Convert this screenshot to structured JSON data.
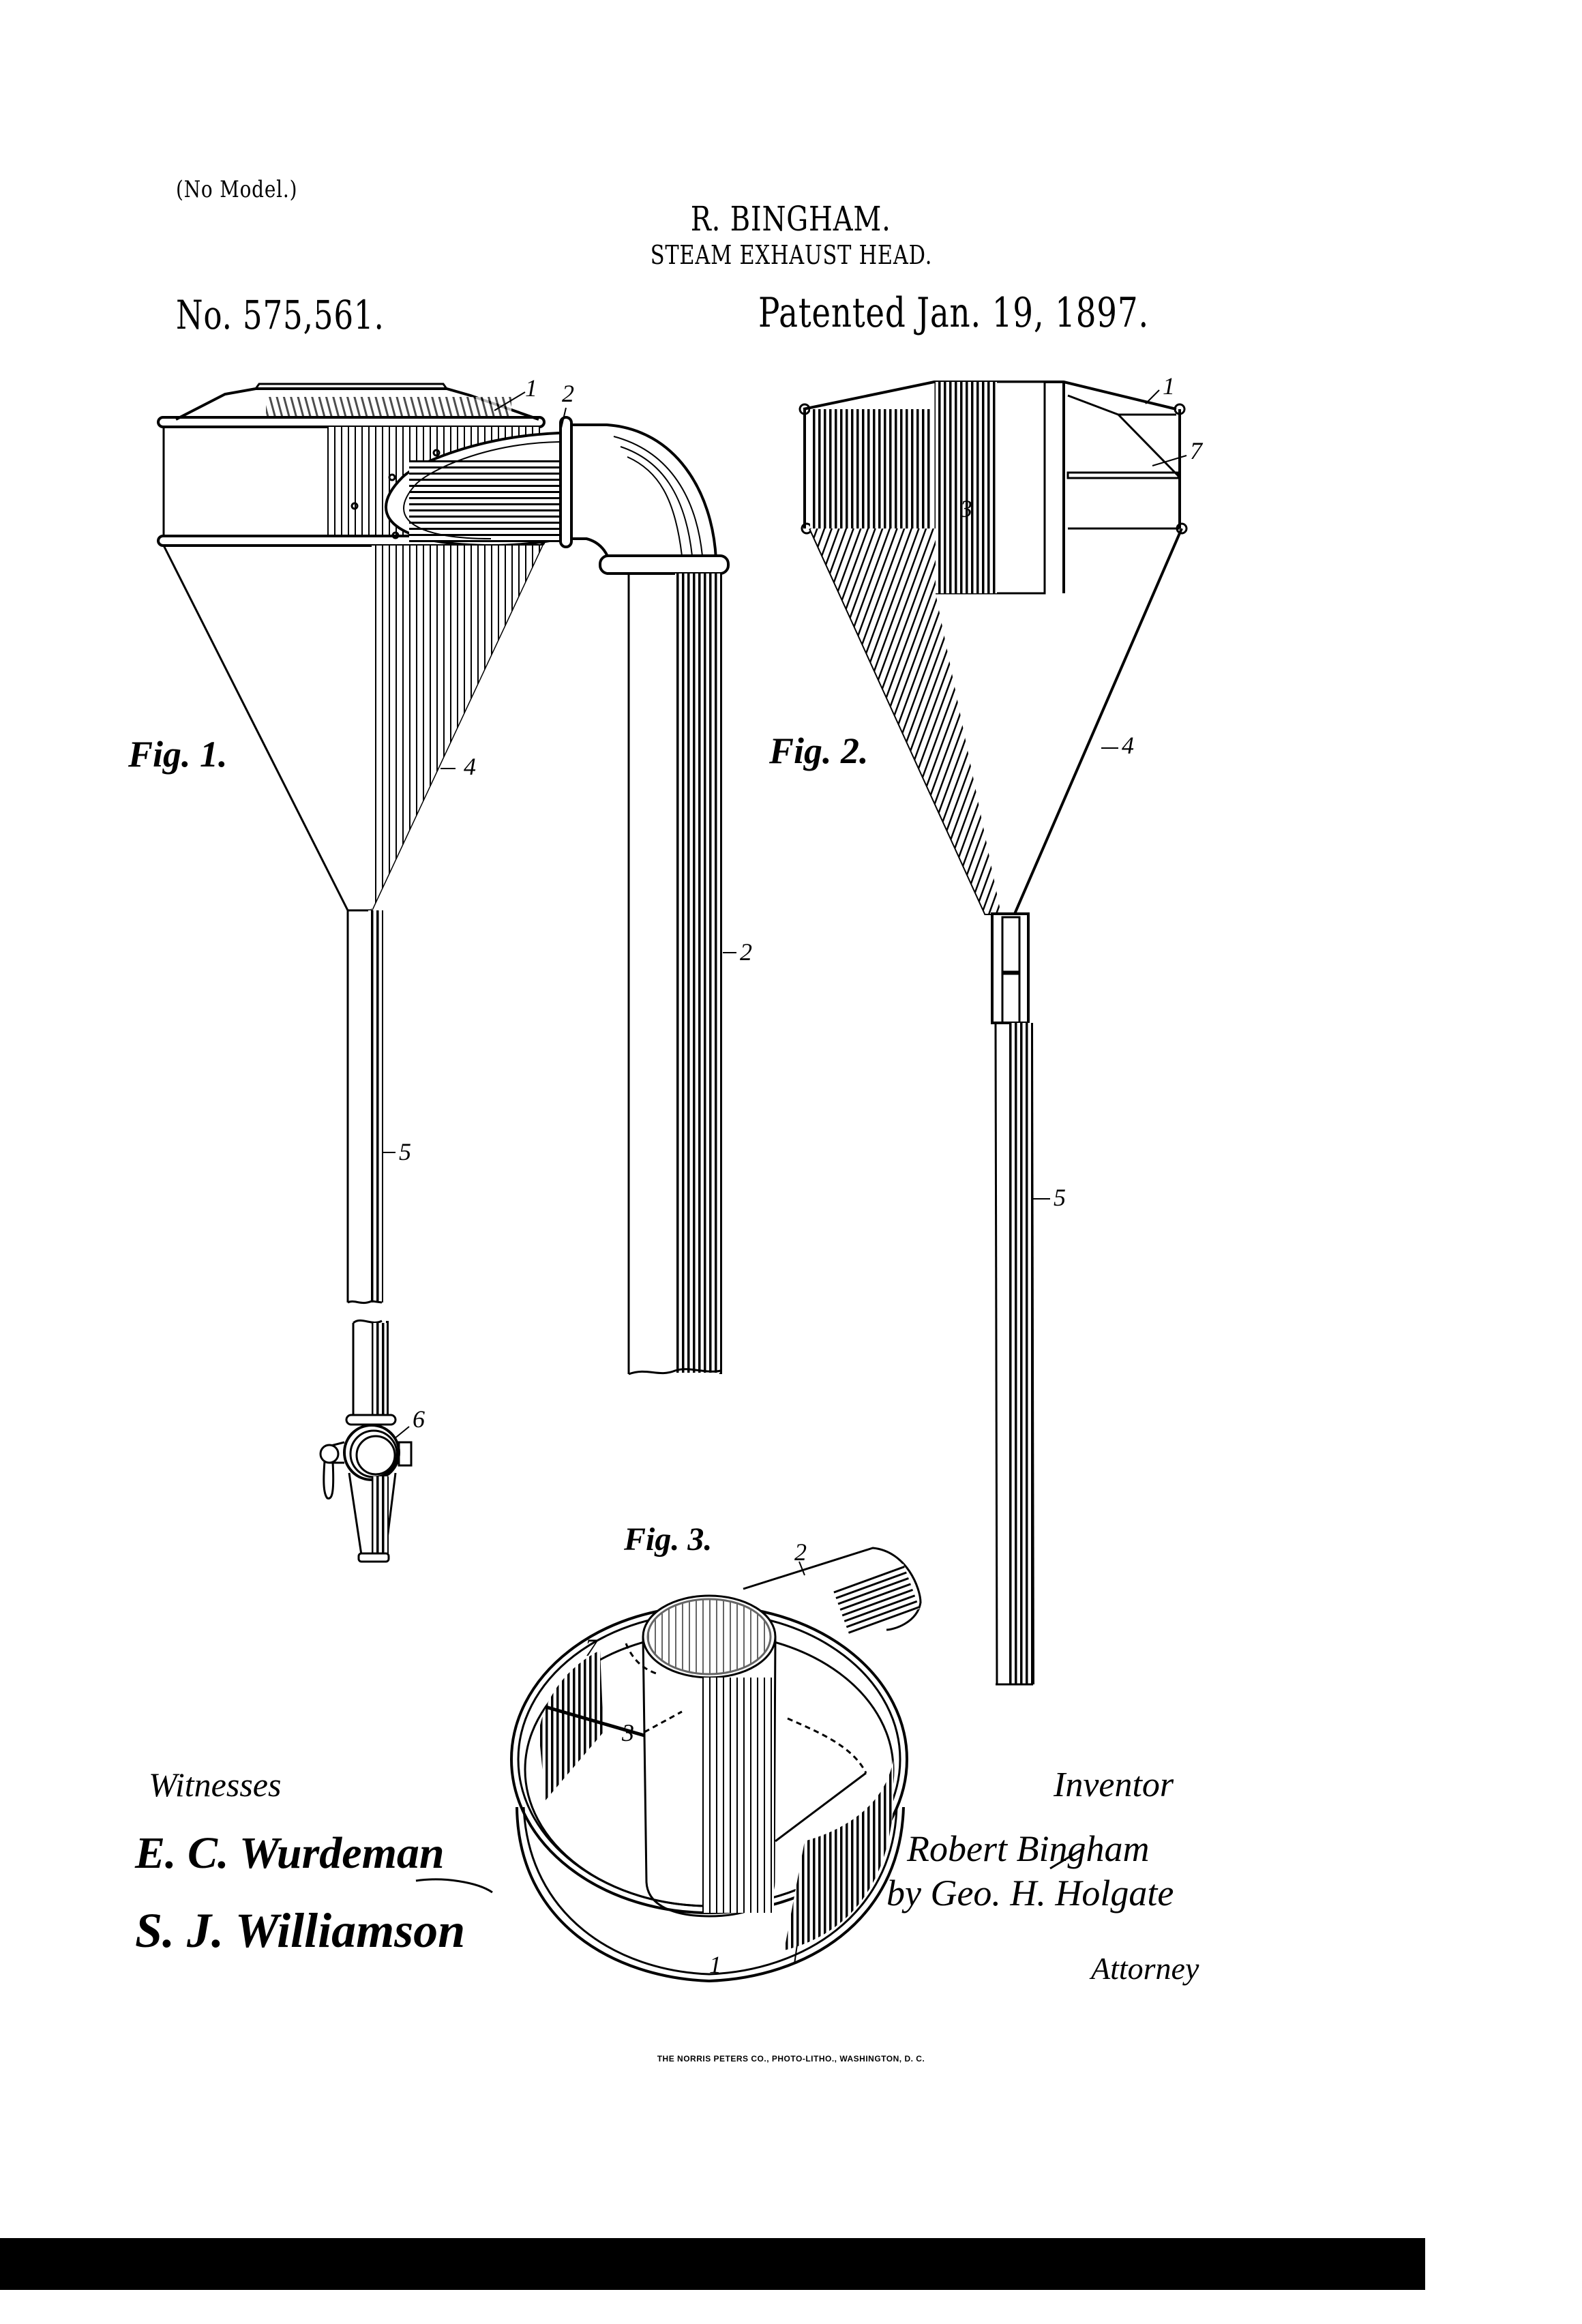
{
  "header": {
    "model_note": "(No Model.)",
    "inventor": "R. BINGHAM.",
    "title": "STEAM EXHAUST HEAD.",
    "patent_number": "No. 575,561.",
    "patent_date": "Patented Jan. 19, 1897."
  },
  "figures": [
    {
      "label": "Fig. 1.",
      "references": [
        "1",
        "2",
        "4",
        "2",
        "5",
        "6"
      ]
    },
    {
      "label": "Fig. 2.",
      "references": [
        "1",
        "7",
        "3",
        "4",
        "5"
      ]
    },
    {
      "label": "Fig. 3.",
      "references": [
        "2",
        "7",
        "3",
        "1"
      ]
    }
  ],
  "signatures": {
    "witnesses_heading": "Witnesses",
    "witnesses": [
      "E. C. Wurdeman",
      "S. J. Williamson"
    ],
    "inventor_heading": "Inventor",
    "inventor_name": "Robert Bingham",
    "by_line": "by Geo. H. Holgate",
    "attorney_heading": "Attorney"
  },
  "footer": {
    "printer_credit": "THE NORRIS PETERS CO., PHOTO-LITHO., WASHINGTON, D. C."
  },
  "colors": {
    "ink": "#000000",
    "paper": "#ffffff"
  }
}
